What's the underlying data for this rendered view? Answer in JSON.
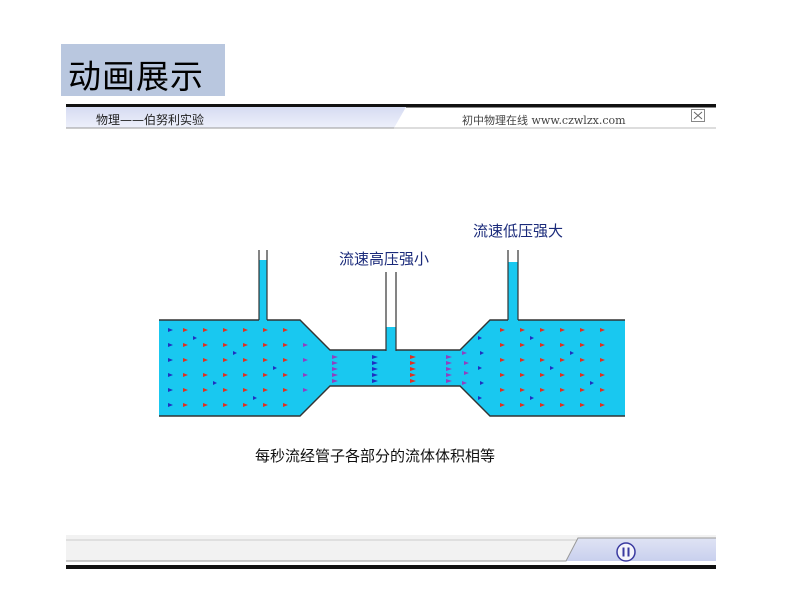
{
  "slide": {
    "title": "动画展示"
  },
  "topbar": {
    "label": "物理——伯努利实验",
    "site": "初中物理在线 www.czwlzx.com"
  },
  "diagram": {
    "label_high_speed": "流速高压强小",
    "label_low_speed": "流速低压强大",
    "caption": "每秒流经管子各部分的流体体积相等"
  },
  "colors": {
    "water": "#19c8f0",
    "outline": "#333333",
    "arrow_red": "#e03020",
    "arrow_blue": "#2030c0",
    "arrow_purple": "#9040c0"
  }
}
